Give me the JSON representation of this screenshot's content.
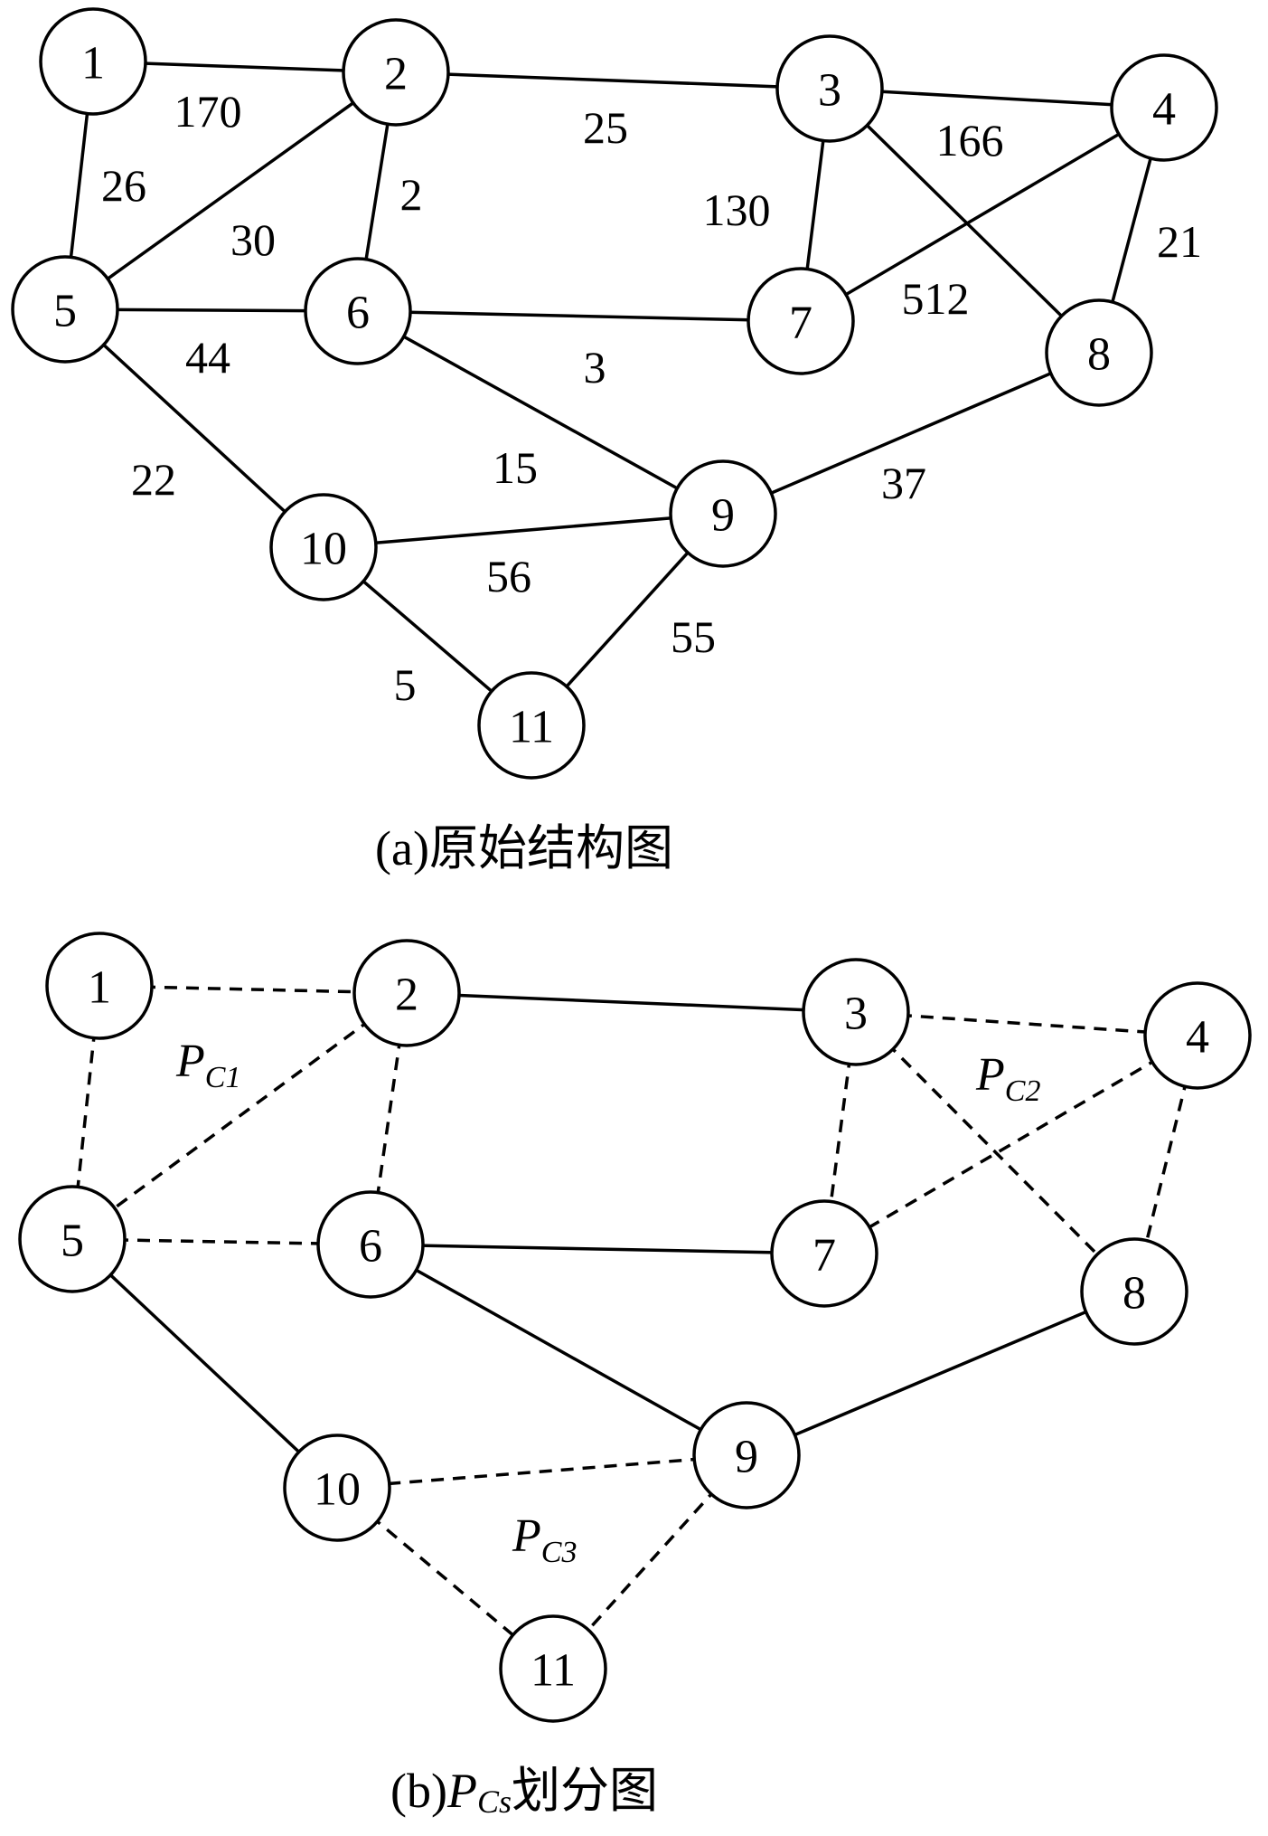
{
  "figure_a": {
    "caption": "(a)原始结构图",
    "nodes": [
      {
        "id": "1",
        "label": "1"
      },
      {
        "id": "2",
        "label": "2"
      },
      {
        "id": "3",
        "label": "3"
      },
      {
        "id": "4",
        "label": "4"
      },
      {
        "id": "5",
        "label": "5"
      },
      {
        "id": "6",
        "label": "6"
      },
      {
        "id": "7",
        "label": "7"
      },
      {
        "id": "8",
        "label": "8"
      },
      {
        "id": "9",
        "label": "9"
      },
      {
        "id": "10",
        "label": "10"
      },
      {
        "id": "11",
        "label": "11"
      }
    ],
    "edges": [
      {
        "from": "1",
        "to": "2",
        "weight": "170"
      },
      {
        "from": "1",
        "to": "5",
        "weight": "26"
      },
      {
        "from": "2",
        "to": "3",
        "weight": "25"
      },
      {
        "from": "2",
        "to": "5",
        "weight": "30"
      },
      {
        "from": "2",
        "to": "6",
        "weight": "2"
      },
      {
        "from": "3",
        "to": "4",
        "weight": "166"
      },
      {
        "from": "3",
        "to": "7",
        "weight": "130"
      },
      {
        "from": "3",
        "to": "8",
        "weight": "512"
      },
      {
        "from": "4",
        "to": "7",
        "weight": ""
      },
      {
        "from": "4",
        "to": "8",
        "weight": "21"
      },
      {
        "from": "5",
        "to": "6",
        "weight": "44"
      },
      {
        "from": "5",
        "to": "10",
        "weight": "22"
      },
      {
        "from": "6",
        "to": "7",
        "weight": "3"
      },
      {
        "from": "6",
        "to": "9",
        "weight": "15"
      },
      {
        "from": "8",
        "to": "9",
        "weight": "37"
      },
      {
        "from": "9",
        "to": "10",
        "weight": "56"
      },
      {
        "from": "9",
        "to": "11",
        "weight": "55"
      },
      {
        "from": "10",
        "to": "11",
        "weight": "5"
      }
    ]
  },
  "figure_b": {
    "caption_prefix": "(b)",
    "caption_p": "P",
    "caption_sub": "Cs",
    "caption_suffix": "划分图",
    "regions": [
      {
        "p": "P",
        "sub": "C1"
      },
      {
        "p": "P",
        "sub": "C2"
      },
      {
        "p": "P",
        "sub": "C3"
      }
    ],
    "nodes": [
      {
        "id": "1",
        "label": "1"
      },
      {
        "id": "2",
        "label": "2"
      },
      {
        "id": "3",
        "label": "3"
      },
      {
        "id": "4",
        "label": "4"
      },
      {
        "id": "5",
        "label": "5"
      },
      {
        "id": "6",
        "label": "6"
      },
      {
        "id": "7",
        "label": "7"
      },
      {
        "id": "8",
        "label": "8"
      },
      {
        "id": "9",
        "label": "9"
      },
      {
        "id": "10",
        "label": "10"
      },
      {
        "id": "11",
        "label": "11"
      }
    ],
    "edges": [
      {
        "from": "1",
        "to": "2",
        "style": "dashed"
      },
      {
        "from": "1",
        "to": "5",
        "style": "dashed"
      },
      {
        "from": "2",
        "to": "5",
        "style": "dashed"
      },
      {
        "from": "2",
        "to": "6",
        "style": "dashed"
      },
      {
        "from": "5",
        "to": "6",
        "style": "dashed"
      },
      {
        "from": "2",
        "to": "3",
        "style": "solid"
      },
      {
        "from": "3",
        "to": "4",
        "style": "dashed"
      },
      {
        "from": "3",
        "to": "7",
        "style": "dashed"
      },
      {
        "from": "3",
        "to": "8",
        "style": "dashed"
      },
      {
        "from": "4",
        "to": "7",
        "style": "dashed"
      },
      {
        "from": "4",
        "to": "8",
        "style": "dashed"
      },
      {
        "from": "6",
        "to": "7",
        "style": "solid"
      },
      {
        "from": "5",
        "to": "10",
        "style": "solid"
      },
      {
        "from": "6",
        "to": "9",
        "style": "solid"
      },
      {
        "from": "8",
        "to": "9",
        "style": "solid"
      },
      {
        "from": "9",
        "to": "10",
        "style": "dashed"
      },
      {
        "from": "9",
        "to": "11",
        "style": "dashed"
      },
      {
        "from": "10",
        "to": "11",
        "style": "dashed"
      }
    ]
  }
}
